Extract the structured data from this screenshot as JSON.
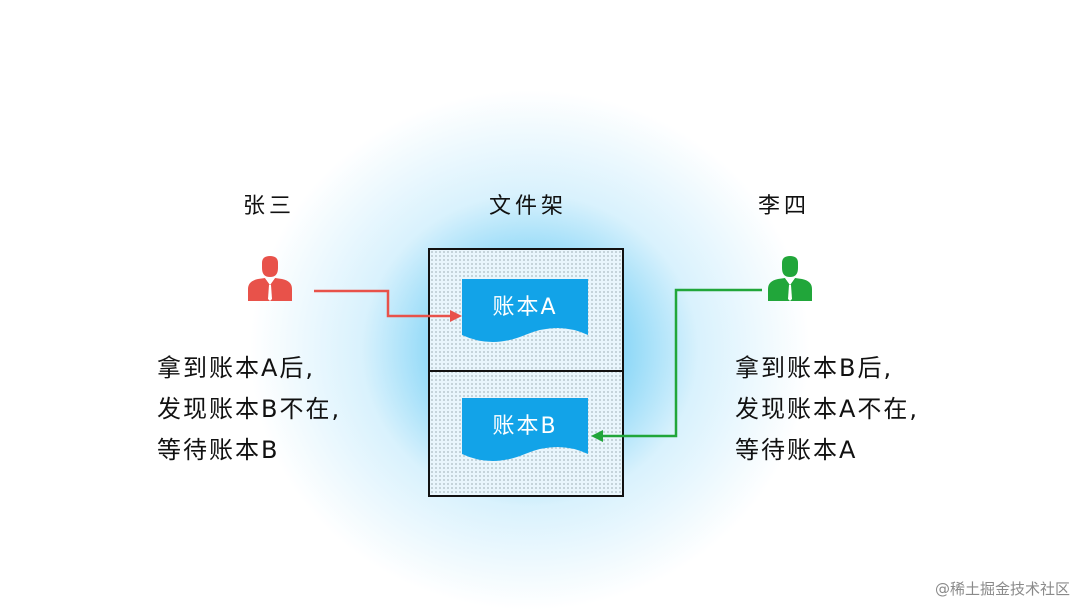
{
  "people": {
    "left": {
      "name": "张三",
      "icon": "person-icon",
      "color": "#e8524a"
    },
    "right": {
      "name": "李四",
      "icon": "person-icon",
      "color": "#21a63a"
    }
  },
  "shelf": {
    "title": "文件架"
  },
  "ledgers": {
    "a": {
      "label": "账本A"
    },
    "b": {
      "label": "账本B"
    }
  },
  "left_desc": [
    "拿到账本A后,",
    "发现账本B不在,",
    "等待账本B"
  ],
  "right_desc": [
    "拿到账本B后,",
    "发现账本A不在,",
    "等待账本A"
  ],
  "colors": {
    "ledger": "#12a3e8",
    "glow": "#46bef0",
    "arrow_left": "#e8524a",
    "arrow_right": "#21a63a"
  },
  "watermark": "@稀土掘金技术社区"
}
